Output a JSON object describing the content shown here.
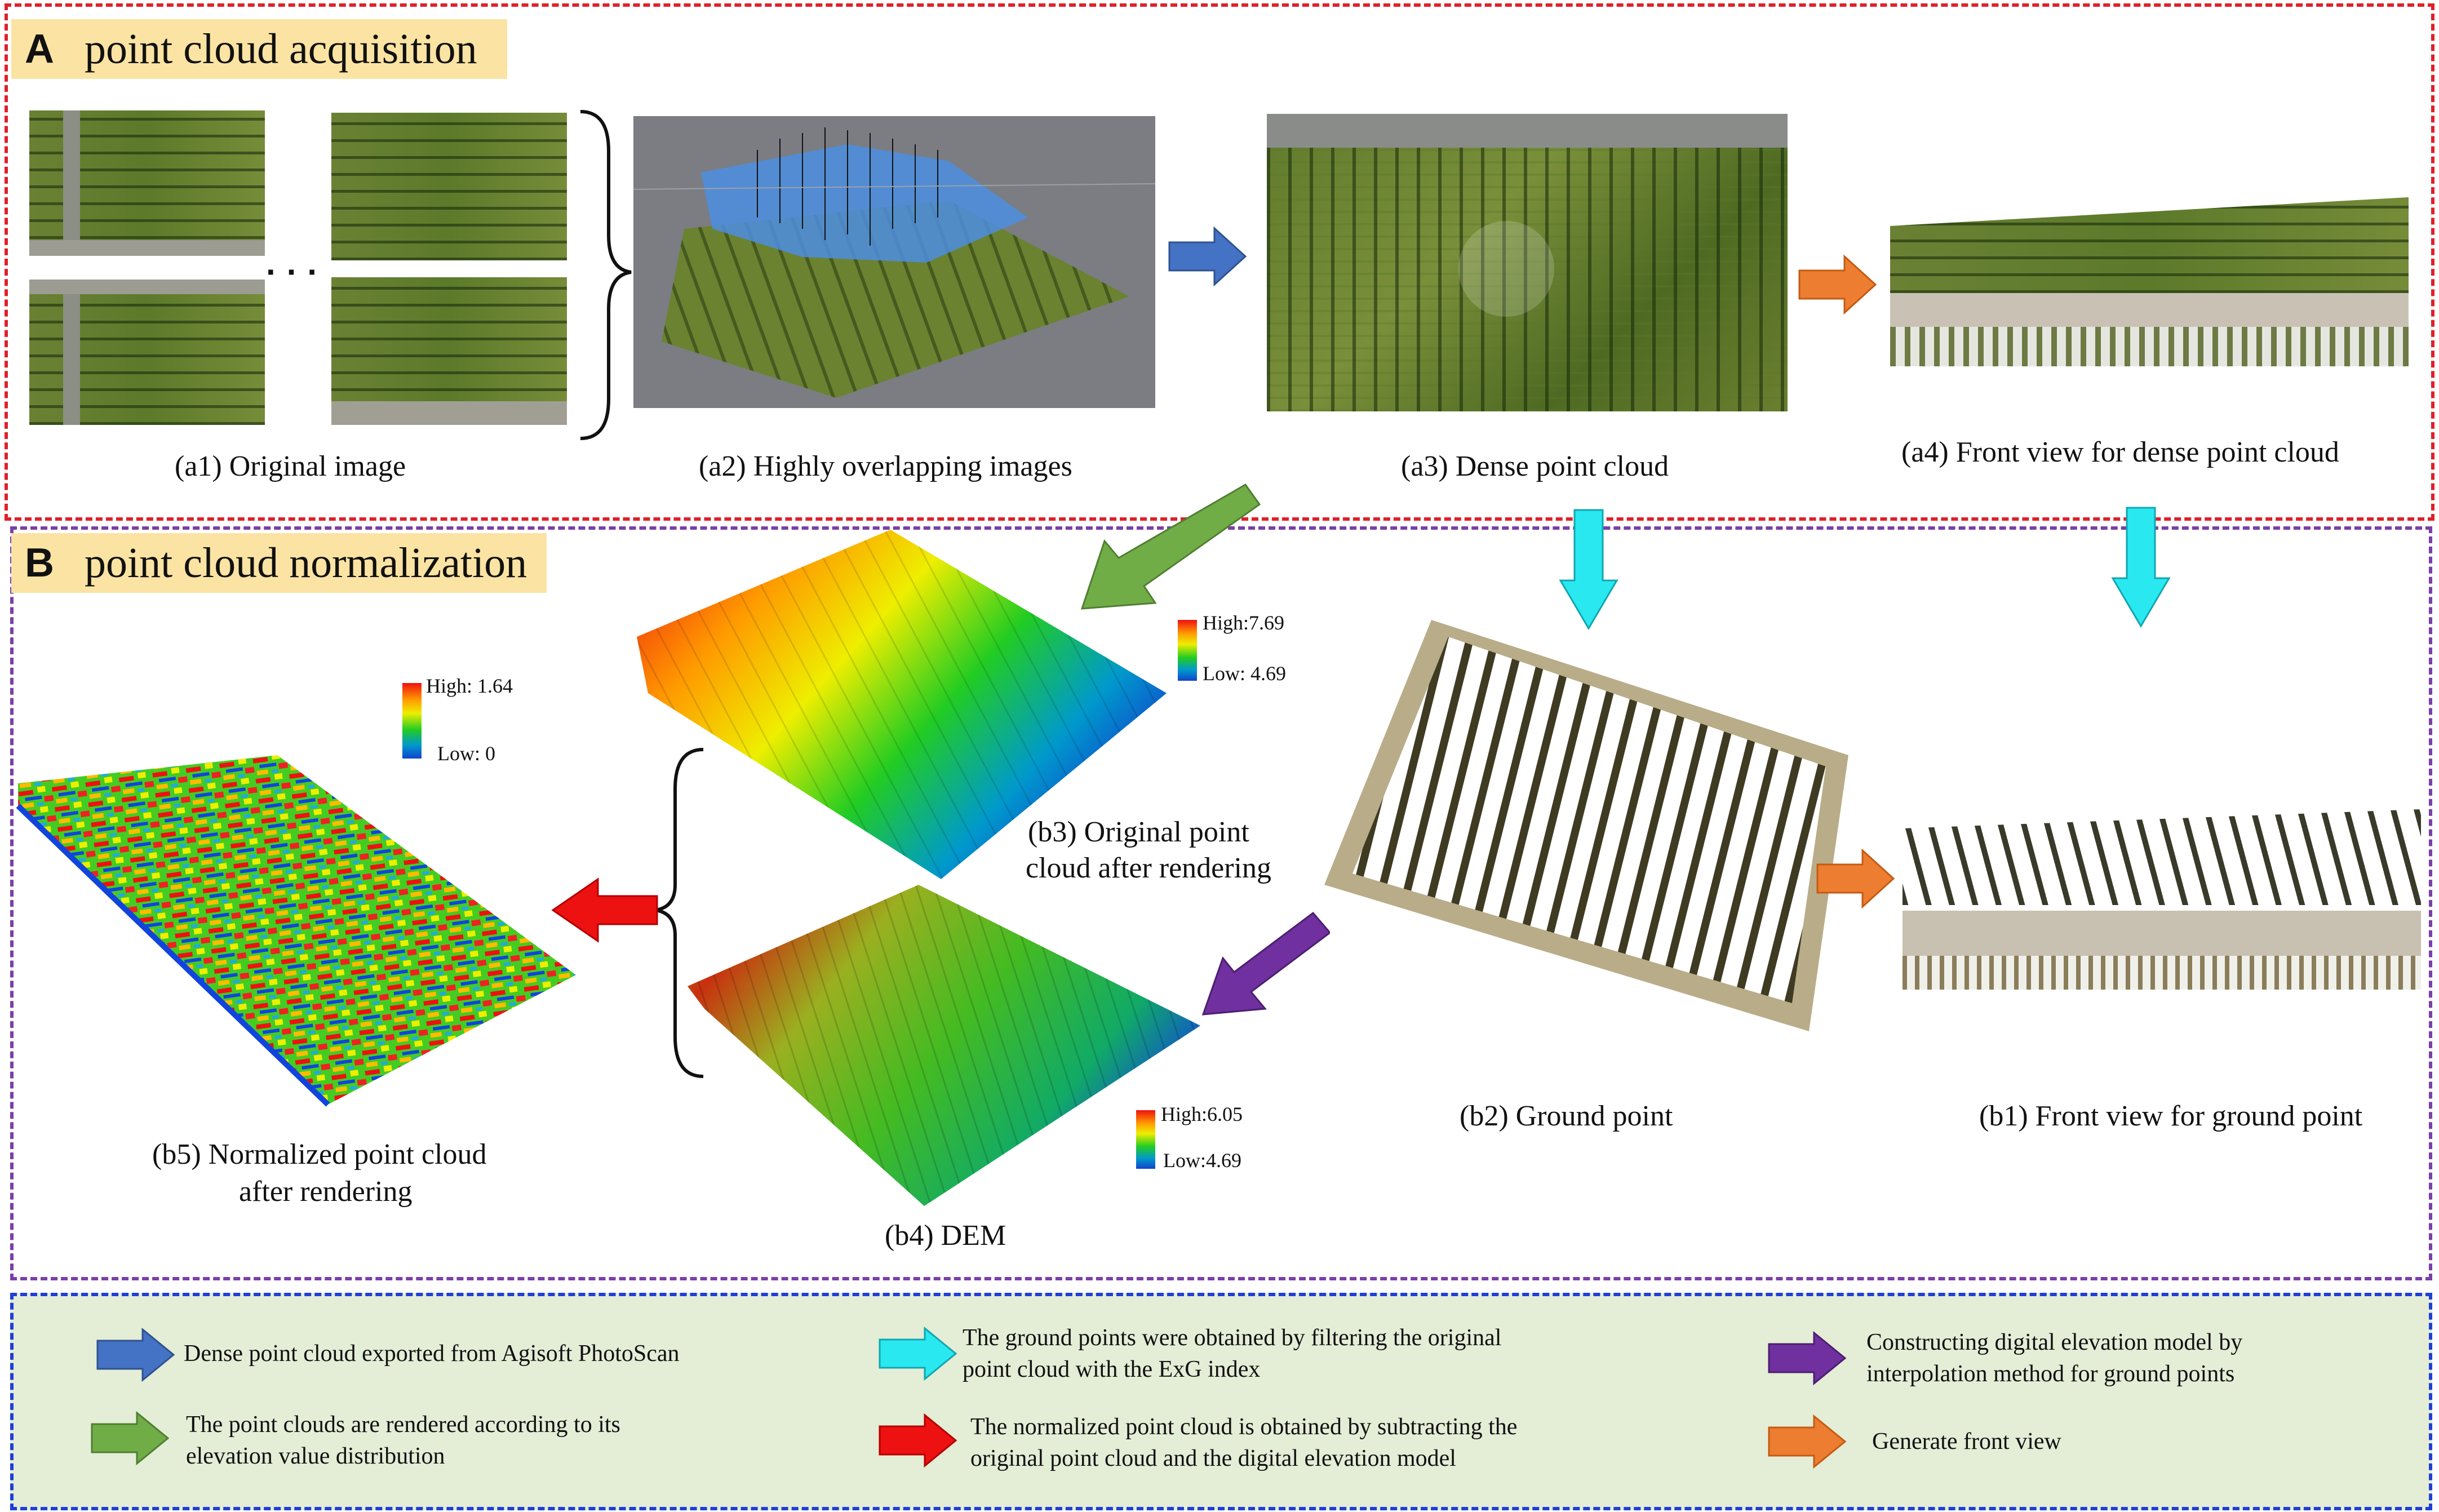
{
  "sectionA": {
    "letter": "A",
    "title": "point cloud acquisition"
  },
  "sectionB": {
    "letter": "B",
    "title": "point cloud normalization"
  },
  "captions": {
    "a1": "(a1) Original image",
    "a2": "(a2) Highly overlapping images",
    "a3": "(a3) Dense point cloud",
    "a4": "(a4)  Front view for dense point cloud",
    "b1": "(b1) Front view for ground point",
    "b2": "(b2) Ground point",
    "b3_line1": "(b3) Original   point",
    "b3_line2": "cloud after rendering",
    "b4": "(b4) DEM",
    "b5_line1": "(b5) Normalized point cloud",
    "b5_line2": "after rendering"
  },
  "ellipsis": "· · ·",
  "scales": {
    "b3": {
      "high": "High:7.69",
      "low": "Low: 4.69"
    },
    "b4": {
      "high": "High:6.05",
      "low": "Low:4.69"
    },
    "b5": {
      "high": "High: 1.64",
      "low": "Low:  0"
    }
  },
  "legend": {
    "blue": "Dense point cloud exported from Agisoft PhotoScan",
    "green_line1": "The point clouds  are  rendered according to its",
    "green_line2": "elevation value distribution",
    "cyan_line1": "The ground points were obtained by filtering the original",
    "cyan_line2": "point cloud with the ExG index",
    "red_line1": "The normalized point cloud is obtained by subtracting the",
    "red_line2": "original point cloud and the digital elevation model",
    "purple_line1": "Constructing digital elevation model by",
    "purple_line2": "interpolation method for ground points",
    "orange": "Generate front view"
  },
  "colors": {
    "boxA": "#e0202a",
    "boxB": "#7a3fa8",
    "boxLegend": "#1f3fd6",
    "legendBg": "#e4edd6",
    "arrowBlue": "#4472c4",
    "arrowGreen": "#70ad47",
    "arrowCyan": "#29e8f0",
    "arrowRed": "#ee1111",
    "arrowPurple": "#7030a0",
    "arrowOrange": "#ed7d31"
  }
}
